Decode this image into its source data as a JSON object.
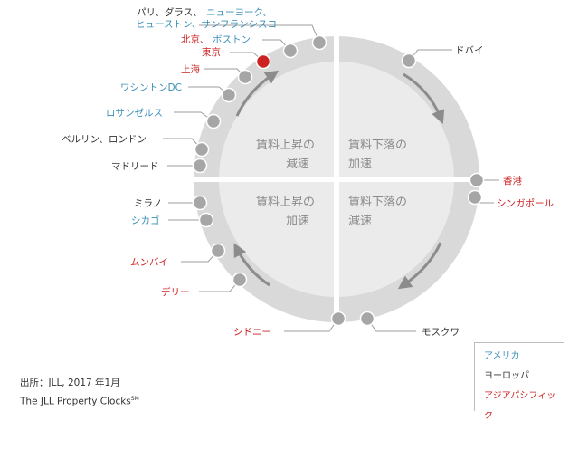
{
  "colors": {
    "america": "#3a8fb7",
    "europe": "#333333",
    "asia_pacific": "#cc2222",
    "ring": "#d9d9d9",
    "inner": "#ebebeb",
    "marker": "#a6a6a6",
    "highlight": "#cc2222",
    "arrow": "#8c8c8c"
  },
  "quadrants": {
    "top_left": [
      "賃料上昇の",
      "減速"
    ],
    "top_right": [
      "賃料下落の",
      "加速"
    ],
    "bottom_left": [
      "賃料上昇の",
      "加速"
    ],
    "bottom_right": [
      "賃料下落の",
      "減速"
    ]
  },
  "cities": [
    {
      "label": "パリ、ダラス、",
      "extra": "ニューヨーク、",
      "line2": "ヒューストン、サンフランシスコ",
      "region": "mixed",
      "highlight": false
    },
    {
      "label": "北京、",
      "extra": "ボストン",
      "region": "mixed",
      "highlight": false
    },
    {
      "label": "東京",
      "region": "asia_pacific",
      "highlight": true
    },
    {
      "label": "上海",
      "region": "asia_pacific",
      "highlight": false
    },
    {
      "label": "ワシントンDC",
      "region": "america",
      "highlight": false
    },
    {
      "label": "ロサンゼルス",
      "region": "america",
      "highlight": false
    },
    {
      "label": "ベルリン、ロンドン",
      "region": "europe",
      "highlight": false
    },
    {
      "label": "マドリード",
      "region": "europe",
      "highlight": false
    },
    {
      "label": "ミラノ",
      "region": "europe",
      "highlight": false
    },
    {
      "label": "シカゴ",
      "region": "america",
      "highlight": false
    },
    {
      "label": "ムンバイ",
      "region": "asia_pacific",
      "highlight": false
    },
    {
      "label": "デリー",
      "region": "asia_pacific",
      "highlight": false
    },
    {
      "label": "シドニー",
      "region": "asia_pacific",
      "highlight": false
    },
    {
      "label": "モスクワ",
      "region": "europe",
      "highlight": false
    },
    {
      "label": "シンガポール",
      "region": "asia_pacific",
      "highlight": false
    },
    {
      "label": "香港",
      "region": "asia_pacific",
      "highlight": false
    },
    {
      "label": "ドバイ",
      "region": "europe",
      "highlight": false
    }
  ],
  "legend": {
    "america": "アメリカ",
    "europe": "ヨーロッパ",
    "asia_pacific": "アジアパシフィック"
  },
  "source": {
    "line1": "出所：JLL, 2017 年1月",
    "line2": "The JLL Property Clocks",
    "line2_sup": "SM"
  }
}
